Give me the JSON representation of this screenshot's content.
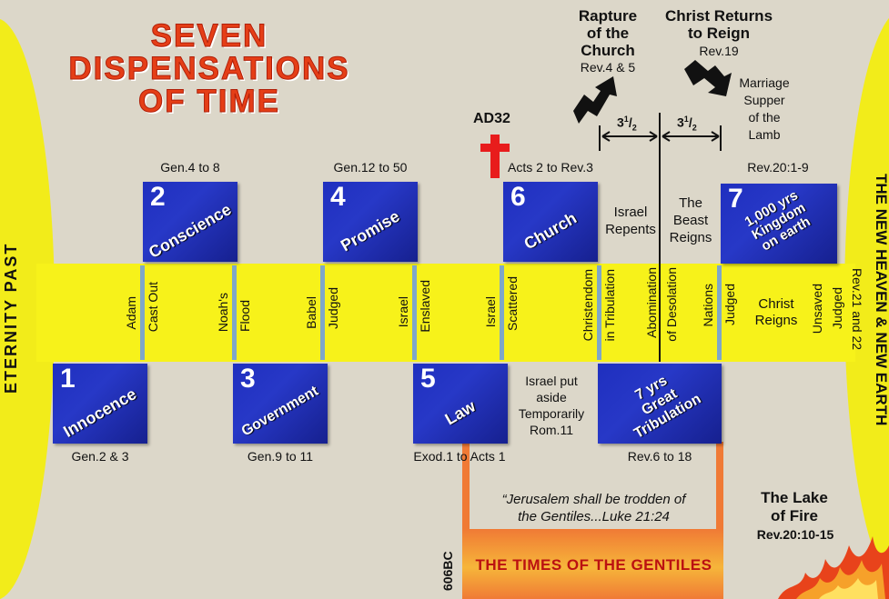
{
  "title": {
    "line1": "SEVEN",
    "line2": "DISPENSATIONS",
    "line3": "OF TIME"
  },
  "eternity_past": "ETERNITY PAST",
  "new_heaven": "THE NEW HEAVEN & NEW EARTH",
  "new_heaven_ref": "Rev.21 and 22",
  "dispensations": [
    {
      "num": "1",
      "label": "Innocence",
      "ref": "Gen.2 & 3"
    },
    {
      "num": "2",
      "label": "Conscience",
      "ref": "Gen.4 to 8"
    },
    {
      "num": "3",
      "label": "Government",
      "ref": "Gen.9 to 11"
    },
    {
      "num": "4",
      "label": "Promise",
      "ref": "Gen.12 to 50"
    },
    {
      "num": "5",
      "label": "Law",
      "ref": "Exod.1 to Acts 1"
    },
    {
      "num": "6",
      "label": "Church",
      "ref": "Acts 2 to Rev.3"
    },
    {
      "num": "7",
      "label_line1": "1,000 yrs",
      "label_line2": "Kingdom",
      "label_line3": "on earth",
      "ref": "Rev.20:1-9"
    }
  ],
  "tribulation": {
    "line1": "7 yrs",
    "line2": "Great",
    "line3": "Tribulation",
    "ref": "Rev.6 to 18"
  },
  "band_labels": {
    "adam": "Adam",
    "cast_out": "Cast Out",
    "noahs": "Noah's",
    "flood": "Flood",
    "babel": "Babel",
    "judged1": "Judged",
    "israel1": "Israel",
    "enslaved": "Enslaved",
    "israel2": "Israel",
    "scattered": "Scattered",
    "christendom": "Christendom",
    "in_tribulation": "in Tribulation",
    "abomination": "Abomination",
    "of_desolation": "of Desolation",
    "nations": "Nations",
    "judged2": "Judged",
    "christ": "Christ",
    "reigns": "Reigns",
    "unsaved": "Unsaved",
    "judged3": "Judged"
  },
  "rapture": {
    "line1": "Rapture",
    "line2": "of the",
    "line3": "Church",
    "ref": "Rev.4 & 5"
  },
  "returns": {
    "line1": "Christ Returns",
    "line2": "to Reign",
    "ref": "Rev.19"
  },
  "marriage": {
    "line1": "Marriage",
    "line2": "Supper",
    "line3": "of the",
    "line4": "Lamb"
  },
  "half_week": "3",
  "half_week_sup": "1",
  "half_week_sub": "2",
  "ad32": "AD32",
  "israel_repents": {
    "line1": "Israel",
    "line2": "Repents"
  },
  "beast_reigns": {
    "line1": "The",
    "line2": "Beast",
    "line3": "Reigns"
  },
  "israel_aside": {
    "line1": "Israel put",
    "line2": "aside",
    "line3": "Temporarily",
    "line4": "Rom.11"
  },
  "gentiles_quote": {
    "line1": "“Jerusalem shall be trodden of",
    "line2": "the Gentiles...Luke 21:24"
  },
  "bc606": "606BC",
  "times_gentiles": "THE TIMES OF THE GENTILES",
  "lake": {
    "line1": "The Lake",
    "line2": "of Fire",
    "ref": "Rev.20:10-15"
  },
  "colors": {
    "title": "#e53e17",
    "box": "#1f2fbf",
    "band": "#f7f21a",
    "cross": "#e81c1c",
    "gentiles": "#f07a35"
  }
}
